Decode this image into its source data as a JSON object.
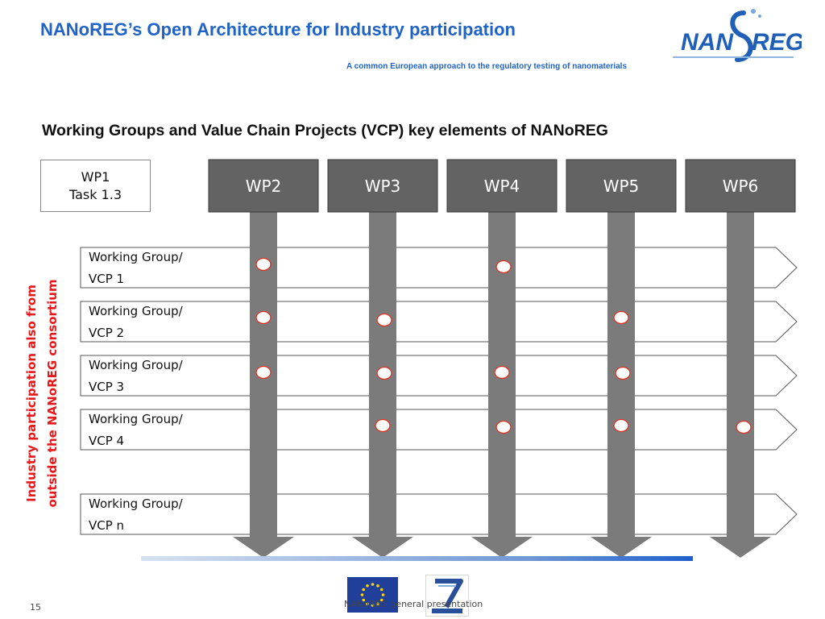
{
  "header": {
    "title": "NANoREG’s Open Architecture for Industry participation",
    "subtitle": "A common European approach to the regulatory testing of nanomaterials",
    "logo_text": "NANoREG"
  },
  "heading": "Working Groups and Value Chain Projects (VCP) key elements of NANoREG",
  "wp1": {
    "line1": "WP1",
    "line2": "Task 1.3"
  },
  "work_packages": [
    "WP2",
    "WP3",
    "WP4",
    "WP5",
    "WP6"
  ],
  "working_groups": [
    {
      "line1": "Working Group/",
      "line2": "VCP 1"
    },
    {
      "line1": "Working Group/",
      "line2": "VCP 2"
    },
    {
      "line1": "Working Group/",
      "line2": "VCP 3"
    },
    {
      "line1": "Working Group/",
      "line2": "VCP 4"
    },
    {
      "line1": "Working Group/",
      "line2": "VCP n"
    }
  ],
  "participation_matrix": [
    {
      "group": "VCP 1",
      "work_packages": [
        "WP2",
        "WP4"
      ]
    },
    {
      "group": "VCP 2",
      "work_packages": [
        "WP2",
        "WP3",
        "WP5"
      ]
    },
    {
      "group": "VCP 3",
      "work_packages": [
        "WP2",
        "WP3",
        "WP4",
        "WP5"
      ]
    },
    {
      "group": "VCP 4",
      "work_packages": [
        "WP3",
        "WP4",
        "WP5",
        "WP6"
      ]
    },
    {
      "group": "VCP n",
      "work_packages": []
    }
  ],
  "side_label": {
    "line1": "Industry participation also from",
    "line2": "outside the NANoREG consortium"
  },
  "footer": {
    "text": "NANoREG general presentation",
    "page_number": "15"
  },
  "colors": {
    "title_blue": "#1f63c8",
    "wp_box_fill": "#636363",
    "arrow_fill": "#7b7b7b",
    "marker_stroke": "#e23020",
    "side_label_red": "#e8191a"
  }
}
